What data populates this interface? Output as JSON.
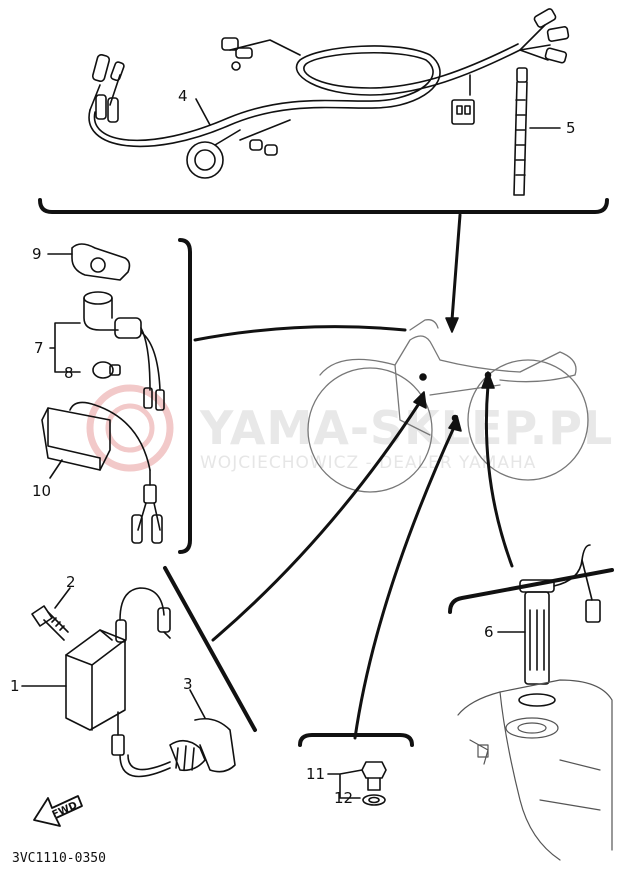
{
  "diagram": {
    "part_code": "3VC1110-0350",
    "fwd_label": "FWD",
    "watermark": {
      "main": "YAMA-SKLEP.PL",
      "sub": "WOJCIECHOWICZ - DEALER YAMAHA"
    },
    "callouts": {
      "c1": "1",
      "c2": "2",
      "c3": "3",
      "c4": "4",
      "c5": "5",
      "c6": "6",
      "c7": "7",
      "c8": "8",
      "c9": "9",
      "c10": "10",
      "c11": "11",
      "c12": "12"
    }
  }
}
